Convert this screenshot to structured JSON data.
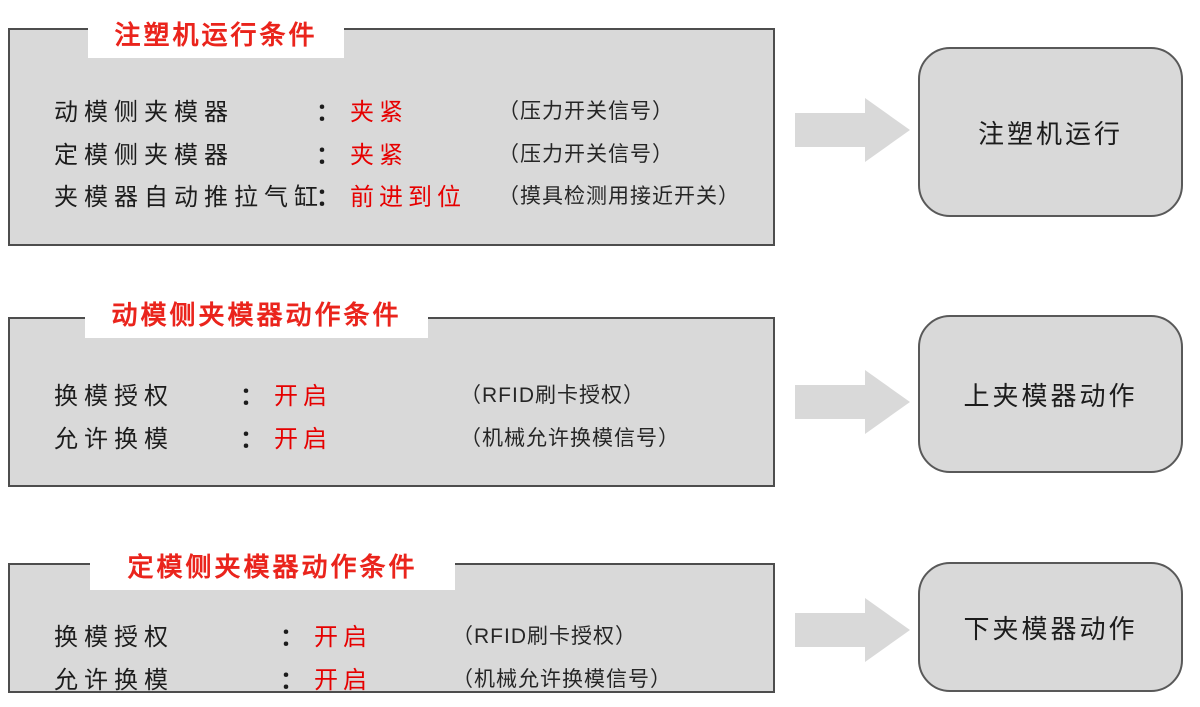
{
  "ui": {
    "colon": "："
  },
  "colors": {
    "box_fill": "#d9d9d9",
    "box_border": "#4d4d4d",
    "result_border": "#595959",
    "arrow_fill": "#d9d9d9",
    "title_red": "#ea241c",
    "value_red": "#e60000",
    "text": "#1c1c1c"
  },
  "sections": [
    {
      "title": "注塑机运行条件",
      "rows": [
        {
          "label": "动模侧夹模器",
          "value": "夹紧",
          "note": "（压力开关信号）"
        },
        {
          "label": "定模侧夹模器",
          "value": "夹紧",
          "note": "（压力开关信号）"
        },
        {
          "label": "夹模器自动推拉气缸",
          "value": "前进到位",
          "note": "（摸具检测用接近开关）"
        }
      ],
      "result": "注塑机运行"
    },
    {
      "title": "动模侧夹模器动作条件",
      "rows": [
        {
          "label": "换模授权",
          "value": "开启",
          "note": "（RFID刷卡授权）"
        },
        {
          "label": "允许换模",
          "value": "开启",
          "note": "（机械允许换模信号）"
        }
      ],
      "result": "上夹模器动作"
    },
    {
      "title": "定模侧夹模器动作条件",
      "rows": [
        {
          "label": "换模授权",
          "value": "开启",
          "note": "（RFID刷卡授权）"
        },
        {
          "label": "允许换模",
          "value": "开启",
          "note": "（机械允许换模信号）"
        }
      ],
      "result": "下夹模器动作"
    }
  ]
}
